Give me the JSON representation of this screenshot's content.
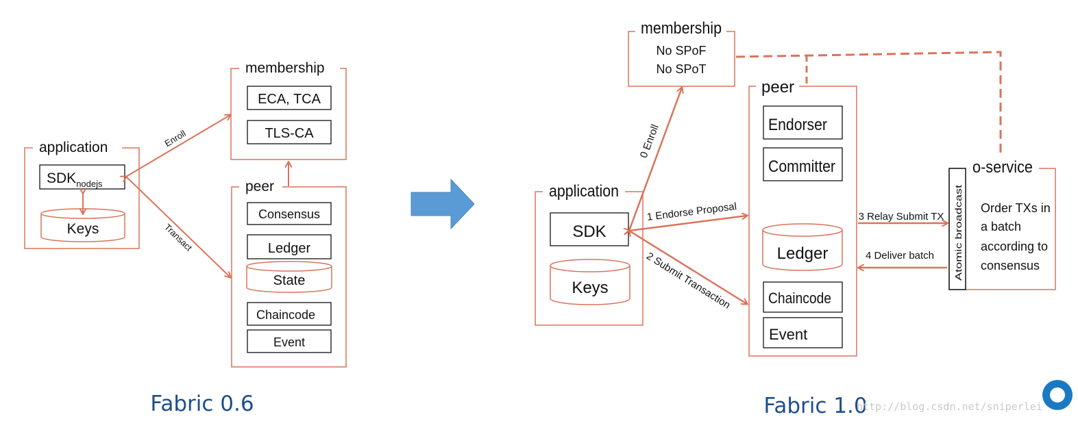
{
  "left": {
    "caption": "Fabric 0.6",
    "application": {
      "title": "application",
      "sdk": "SDK",
      "sdk_sub": "nodejs",
      "keys": "Keys"
    },
    "membership": {
      "title": "membership",
      "items": [
        "ECA, TCA",
        "TLS-CA"
      ]
    },
    "peer": {
      "title": "peer",
      "consensus": "Consensus",
      "ledger": "Ledger",
      "state": "State",
      "chaincode": "Chaincode",
      "event": "Event"
    },
    "edges": {
      "enroll": "Enroll",
      "transact": "Transact"
    }
  },
  "right": {
    "caption": "Fabric 1.0",
    "membership": {
      "title": "membership",
      "line1": "No SPoF",
      "line2": "No SPoT"
    },
    "peer": {
      "title": "peer",
      "endorser": "Endorser",
      "committer": "Committer",
      "ledger": "Ledger",
      "chaincode": "Chaincode",
      "event": "Event"
    },
    "application": {
      "title": "application",
      "sdk": "SDK",
      "keys": "Keys"
    },
    "oservice": {
      "title": "o-service",
      "atomic": "Atomic broadcast",
      "desc": [
        "Order TXs in",
        "a batch",
        "according to",
        "consensus"
      ]
    },
    "edges": {
      "enroll": "0 Enroll",
      "endorse": "1 Endorse Proposal",
      "submit": "2 Submit Transaction",
      "relay": "3 Relay Submit TX",
      "deliver": "4 Deliver batch"
    }
  },
  "watermark": "http://blog.csdn.net/sniperlei",
  "colors": {
    "line": "#d9735a",
    "arrow_fill": "#5b9bd5",
    "caption": "#1f4e8c",
    "logo": "#1b79c4"
  }
}
